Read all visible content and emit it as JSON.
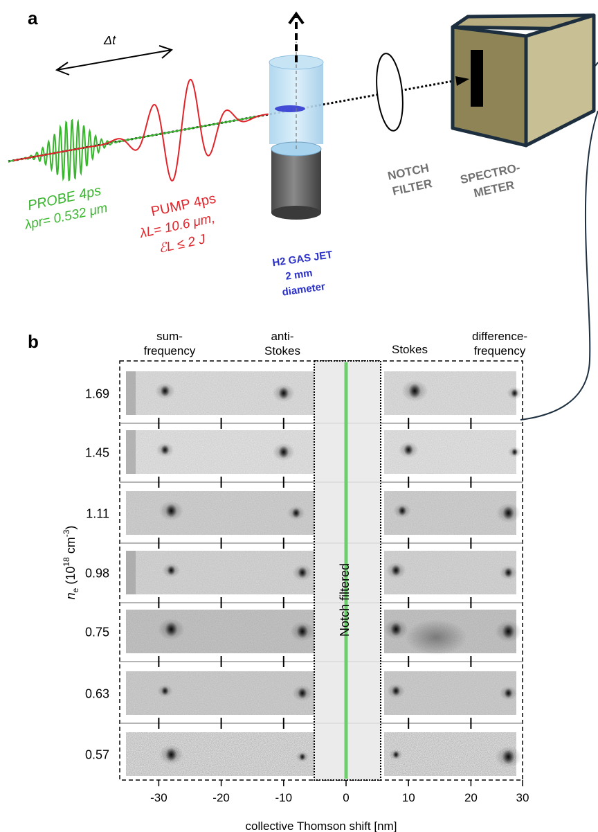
{
  "panel_a": {
    "label": "a",
    "delta_t": "Δt",
    "probe": {
      "line1": "PROBE 4ps",
      "line2": "λpr= 0.532 μm",
      "color": "#39b52e"
    },
    "pump": {
      "line1": "PUMP 4ps",
      "line2": "λL= 10.6 μm,",
      "line3": "ℰL ≤ 2 J",
      "color": "#e0242a"
    },
    "gas_jet": {
      "line1": "H2 GAS JET",
      "line2": "2 mm",
      "line3": "diameter",
      "color": "#2a30c8"
    },
    "notch": {
      "line1": "NOTCH",
      "line2": "FILTER"
    },
    "spectrometer": {
      "line1": "SPECTRO-",
      "line2": "METER"
    }
  },
  "panel_b": {
    "label": "b",
    "feature_labels": [
      {
        "line1": "sum-",
        "line2": "frequency"
      },
      {
        "line1": "anti-",
        "line2": "Stokes"
      },
      {
        "line1": "Stokes",
        "line2": ""
      },
      {
        "line1": "difference-",
        "line2": "frequency"
      }
    ],
    "notch_text": "Notch filtered",
    "y_label": "ne (10^18 cm^-3)",
    "x_label": "collective Thomson shift [nm]",
    "green_line_color": "#6ccf6c"
  },
  "chart_data": {
    "type": "heatmap",
    "xlabel": "collective Thomson shift [nm]",
    "ylabel": "ne (10^18 cm^-3)",
    "xlim": [
      -37,
      30
    ],
    "x_ticks": [
      -30,
      -20,
      -10,
      0,
      10,
      20,
      30
    ],
    "notch_band_nm": [
      -5,
      5.5
    ],
    "rows": [
      {
        "ne": "1.69",
        "features_nm": [
          -29,
          -10,
          11,
          27
        ]
      },
      {
        "ne": "1.45",
        "features_nm": [
          -29,
          -10,
          10,
          27
        ]
      },
      {
        "ne": "1.11",
        "features_nm": [
          -28,
          -8,
          9,
          26
        ]
      },
      {
        "ne": "0.98",
        "features_nm": [
          -28,
          -7,
          8,
          26
        ]
      },
      {
        "ne": "0.75",
        "features_nm": [
          -28,
          -7,
          8,
          26
        ]
      },
      {
        "ne": "0.63",
        "features_nm": [
          -29,
          -7,
          8,
          26
        ]
      },
      {
        "ne": "0.57",
        "features_nm": [
          -28,
          -7,
          8,
          26
        ]
      }
    ]
  }
}
